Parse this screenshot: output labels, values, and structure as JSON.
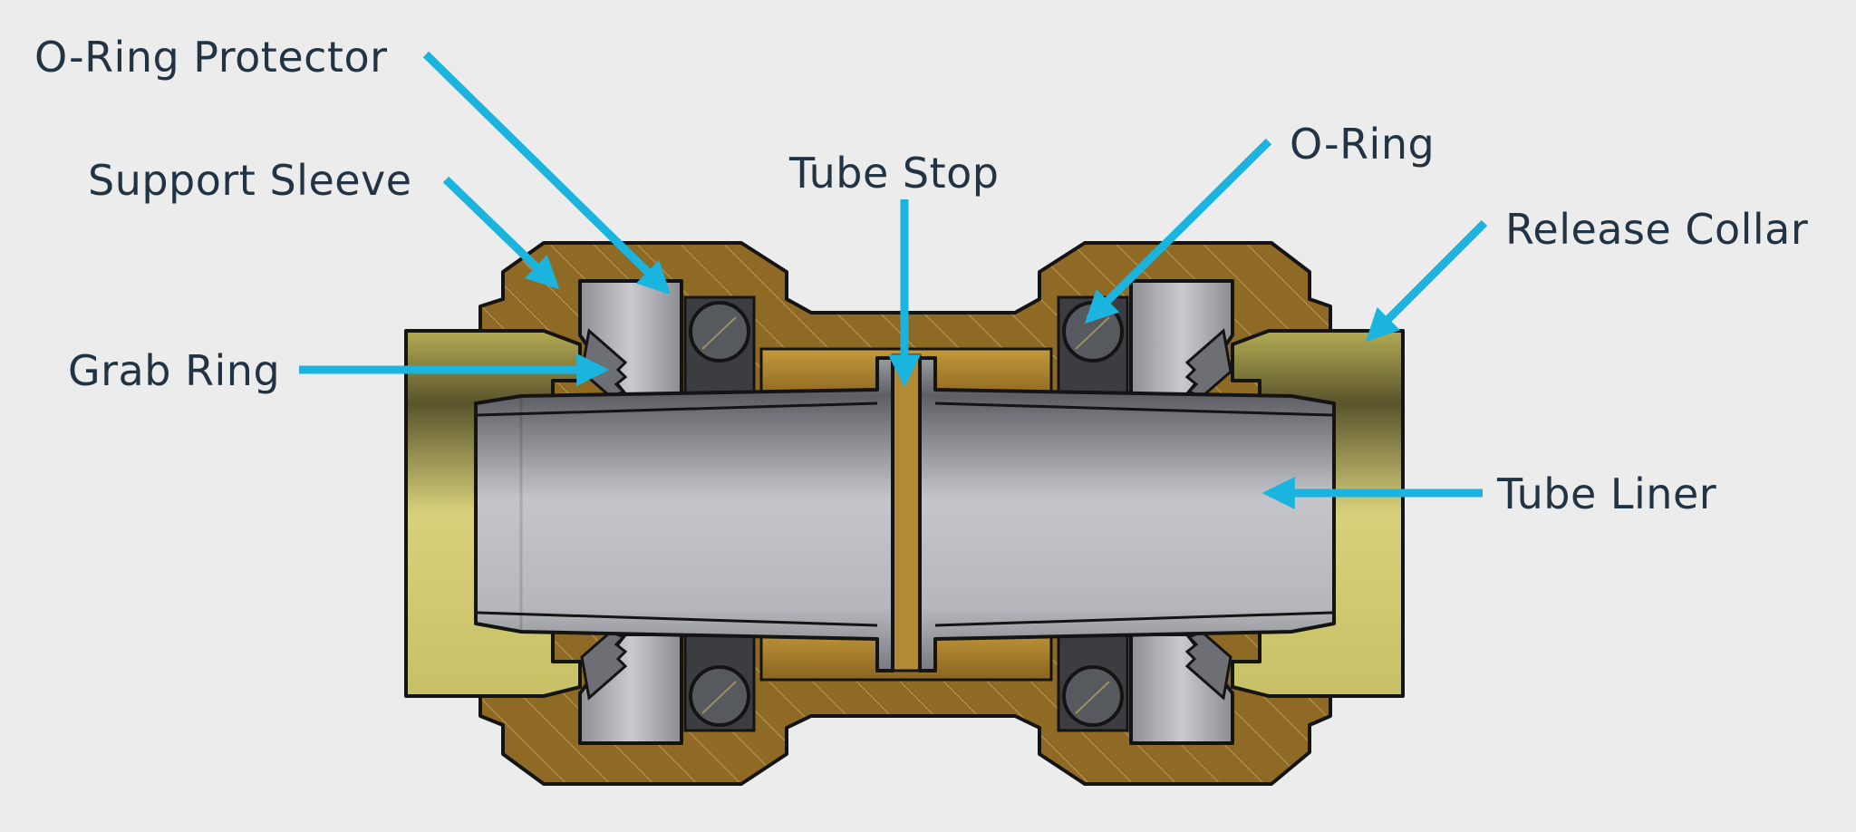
{
  "colors": {
    "background": "#ececec",
    "label_text": "#223344",
    "arrow": "#1ab4de",
    "brass": "#8f6a25",
    "brass_light": "#b2913e",
    "collar": "#c8c268",
    "steel": "#a7a8ad",
    "steel_dark": "#6b6c72",
    "oring": "#56595e",
    "outline": "#141414"
  },
  "labels": {
    "oring_protector": "O-Ring Protector",
    "support_sleeve": "Support Sleeve",
    "grab_ring": "Grab Ring",
    "tube_stop": "Tube Stop",
    "oring": "O-Ring",
    "release_collar": "Release Collar",
    "tube_liner": "Tube Liner"
  }
}
